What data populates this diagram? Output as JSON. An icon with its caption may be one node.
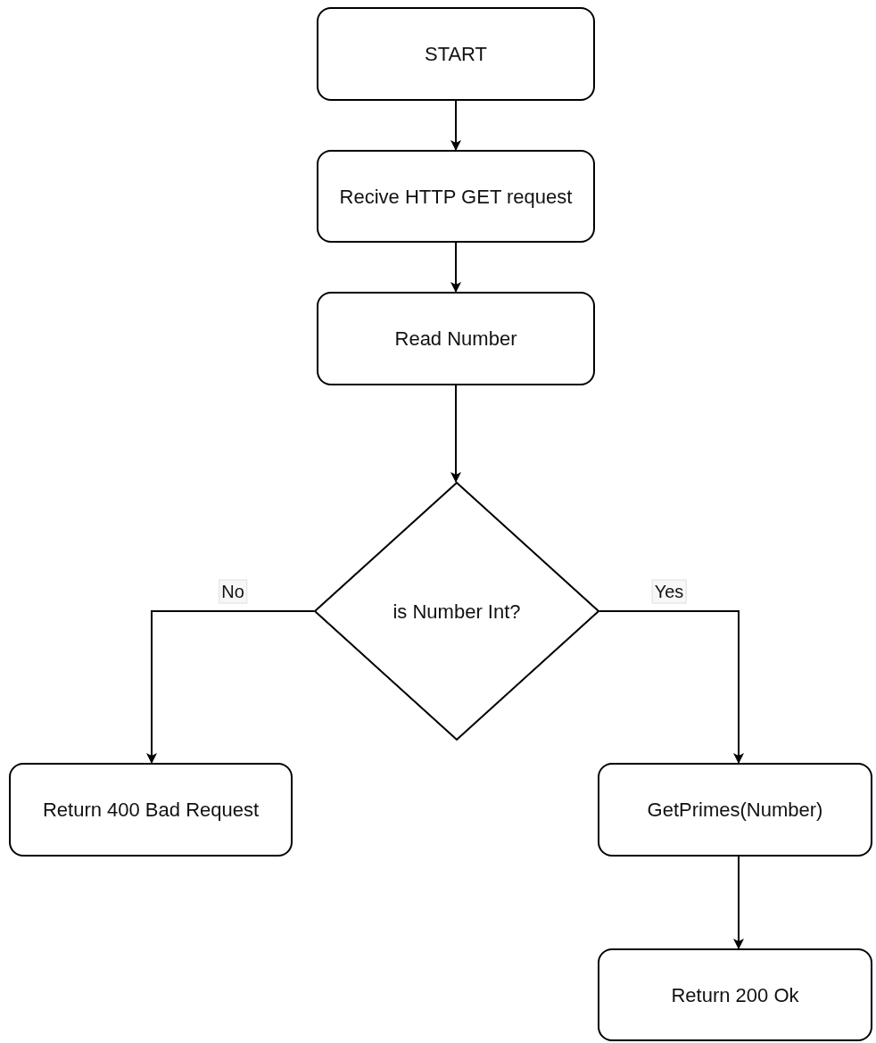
{
  "diagram": {
    "nodes": [
      {
        "text": [
          "START"
        ]
      },
      {
        "text": [
          "Recive HTTP GET request"
        ]
      },
      {
        "text": [
          "Read Number"
        ]
      },
      {
        "text": [
          "is Number Int?"
        ]
      },
      {
        "text": [
          "Return 400 Bad Request"
        ]
      },
      {
        "text": [
          "GetPrimes(Number)"
        ]
      },
      {
        "text": [
          "Return 200 Ok"
        ]
      }
    ],
    "edges": [
      {
        "from": 0,
        "to": 1,
        "arrow": "to"
      },
      {
        "from": 1,
        "to": 2,
        "arrow": "to"
      },
      {
        "from": 2,
        "to": 3,
        "arrow": "to"
      },
      {
        "from": 3,
        "to": 4,
        "arrow": "to",
        "label": "No"
      },
      {
        "from": 3,
        "to": 5,
        "arrow": "to",
        "label": "Yes"
      },
      {
        "from": 5,
        "to": 6,
        "arrow": "to"
      }
    ]
  }
}
